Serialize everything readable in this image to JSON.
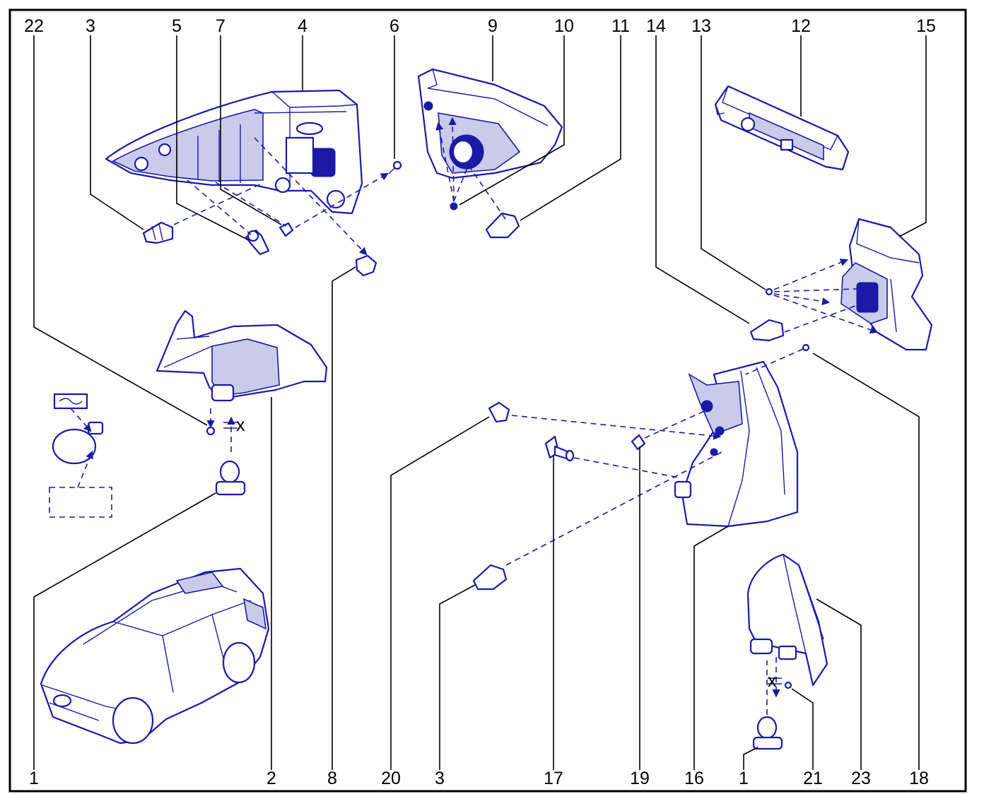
{
  "callouts_top": [
    "22",
    "3",
    "5",
    "7",
    "4",
    "6",
    "9",
    "10",
    "11",
    "14",
    "13",
    "12",
    "15"
  ],
  "callouts_bottom": [
    "1",
    "2",
    "8",
    "20",
    "3",
    "17",
    "19",
    "16",
    "1",
    "21",
    "23",
    "18"
  ],
  "colors": {
    "line_art": "#1a1aa6",
    "shading": "#c9cbea",
    "leader_lines": "#000000",
    "background": "#ffffff"
  },
  "icons": {
    "vehicle": "suv-icon",
    "bulb": "bulb-icon",
    "clip": "clip-icon",
    "screw": "screw-icon"
  }
}
